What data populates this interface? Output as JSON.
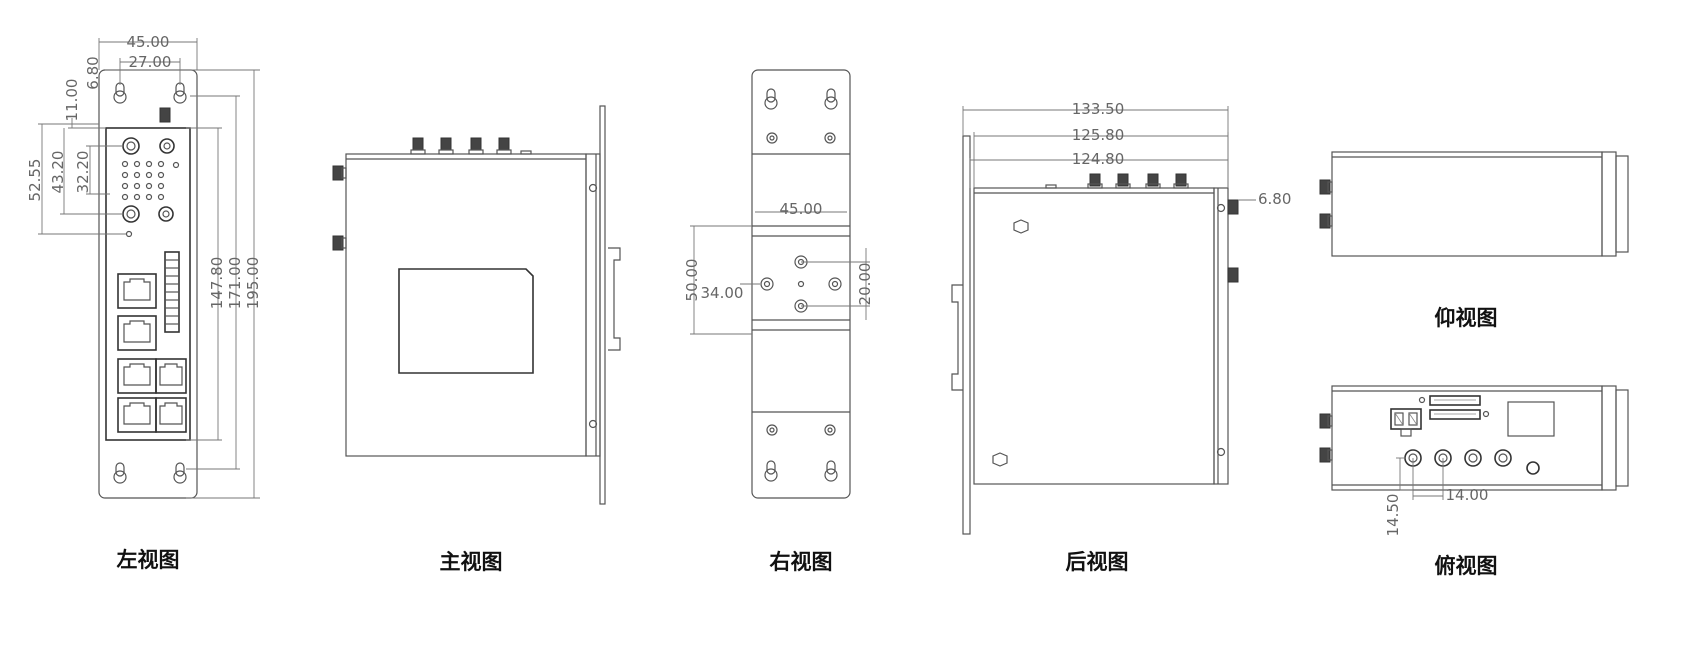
{
  "views": {
    "left": "左视图",
    "main": "主视图",
    "right": "右视图",
    "back": "后视图",
    "bottom": "仰视图",
    "top": "俯视图"
  },
  "dimensions": {
    "left_width_overall": "45.00",
    "left_hole_spacing": "27.00",
    "left_top_6_80": "6.80",
    "left_top_11_00": "11.00",
    "left_52_55": "52.55",
    "left_43_20": "43.20",
    "left_32_20": "32.20",
    "left_147_80": "147.80",
    "left_171_00": "171.00",
    "left_195_00": "195.00",
    "right_45_00": "45.00",
    "right_50_00": "50.00",
    "right_34_00": "34.00",
    "right_20_00": "20.00",
    "back_133_50": "133.50",
    "back_125_80": "125.80",
    "back_124_80": "124.80",
    "back_6_80": "6.80",
    "top_14_50": "14.50",
    "top_14_00": "14.00"
  }
}
